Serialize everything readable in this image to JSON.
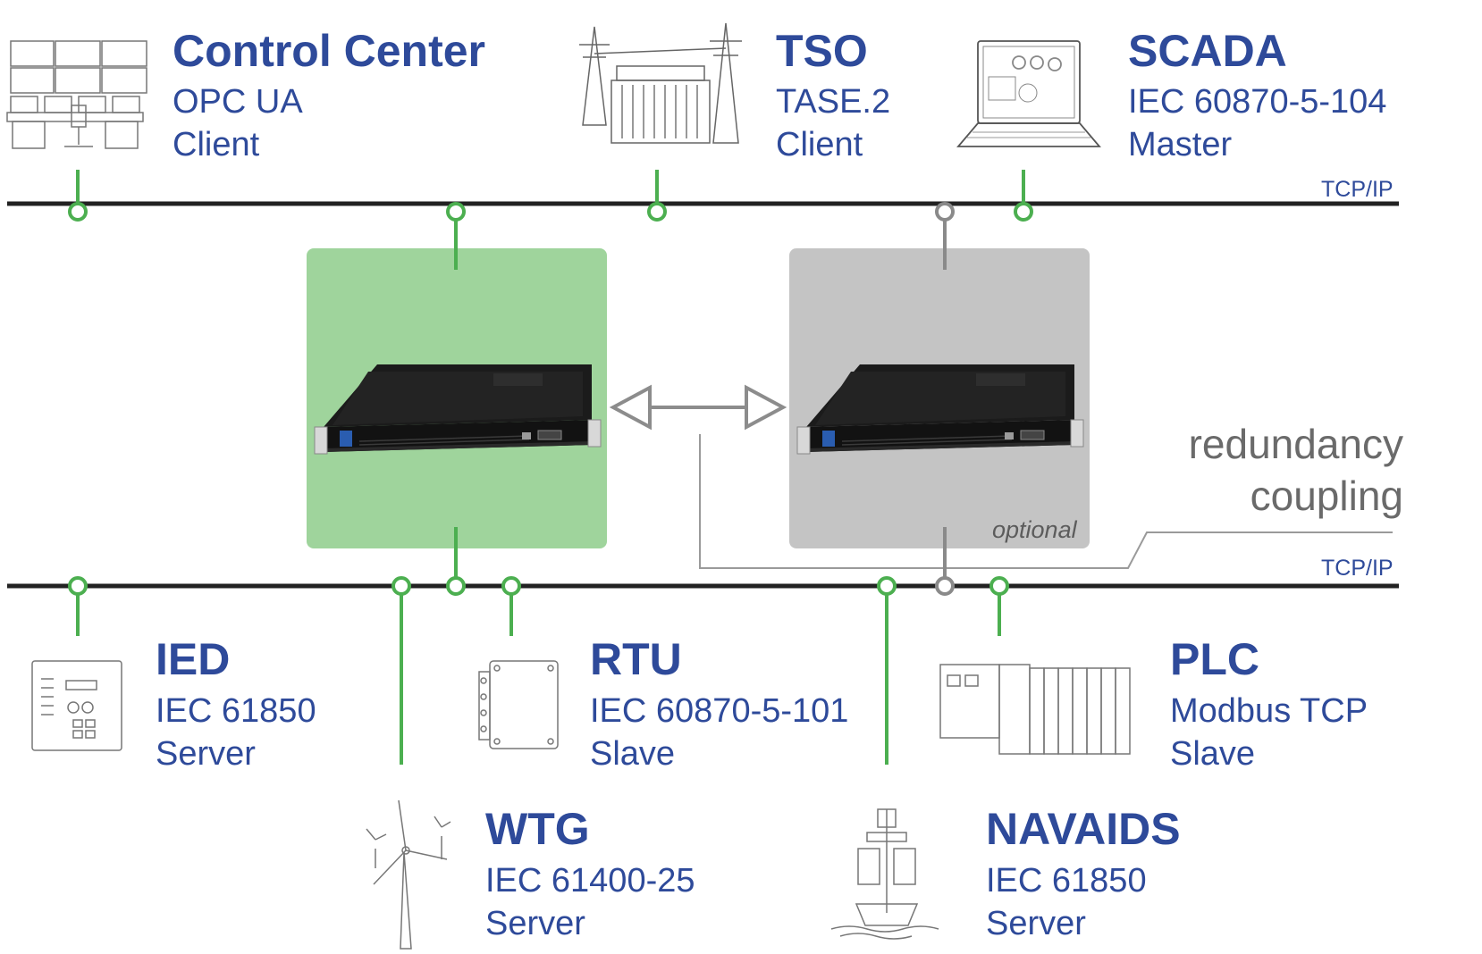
{
  "colors": {
    "accent_green": "#4caf50",
    "green_box": "#9fd49c",
    "grey_box": "#c4c4c4",
    "bus_line": "#222222",
    "text_blue": "#2e4a9a",
    "grey_link": "#8a8a8a"
  },
  "networks": {
    "upper_label": "TCP/IP",
    "lower_label": "TCP/IP"
  },
  "redundancy": {
    "line1": "redundancy",
    "line2": "coupling",
    "optional_label": "optional"
  },
  "devices": {
    "control_center": {
      "title": "Control Center",
      "line1": "OPC UA",
      "line2": "Client",
      "icon": "control-room-icon"
    },
    "tso": {
      "title": "TSO",
      "line1": "TASE.2",
      "line2": "Client",
      "icon": "substation-icon"
    },
    "scada": {
      "title": "SCADA",
      "line1": "IEC 60870-5-104",
      "line2": "Master",
      "icon": "laptop-icon"
    },
    "ied": {
      "title": "IED",
      "line1": "IEC 61850",
      "line2": "Server",
      "icon": "protection-relay-icon"
    },
    "rtu": {
      "title": "RTU",
      "line1": "IEC 60870-5-101",
      "line2": "Slave",
      "icon": "rtu-box-icon"
    },
    "plc": {
      "title": "PLC",
      "line1": "Modbus TCP",
      "line2": "Slave",
      "icon": "plc-rack-icon"
    },
    "wtg": {
      "title": "WTG",
      "line1": "IEC 61400-25",
      "line2": "Server",
      "icon": "wind-turbine-icon"
    },
    "navaids": {
      "title": "NAVAIDS",
      "line1": "IEC 61850",
      "line2": "Server",
      "icon": "buoy-icon"
    }
  },
  "gateways": {
    "primary_icon": "rack-server-icon",
    "secondary_icon": "rack-server-icon"
  }
}
